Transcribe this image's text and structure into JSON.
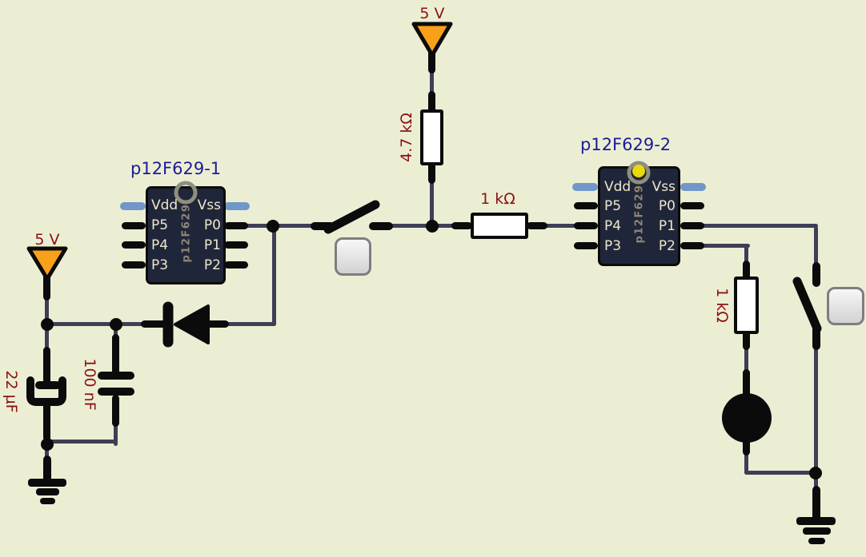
{
  "labels": {
    "supply_top": "5 V",
    "supply_left": "5 V",
    "r_pullup": "4.7 kΩ",
    "r_series": "1 kΩ",
    "r_led": "1 kΩ",
    "c_electrolytic": "22 µF",
    "c_ceramic": "100 nF"
  },
  "chips": {
    "chip1": {
      "title": "p12F629-1",
      "part": "p12F629",
      "pins_left": [
        "Vdd",
        "P5",
        "P4",
        "P3"
      ],
      "pins_right": [
        "Vss",
        "P0",
        "P1",
        "P2"
      ]
    },
    "chip2": {
      "title": "p12F629-2",
      "part": "p12F629",
      "pins_left": [
        "Vdd",
        "P5",
        "P4",
        "P3"
      ],
      "pins_right": [
        "Vss",
        "P0",
        "P1",
        "P2"
      ]
    }
  },
  "colors": {
    "background": "#ECEED4",
    "wire": "#3E3E58",
    "component_black": "#0B0B0B",
    "chip_body": "#20263A",
    "chip_pin_text": "#EDE7CB",
    "chip_part_text": "#8E8672",
    "chip_title_blue": "#1C1C96",
    "value_label_maroon": "#8B1212",
    "supply_orange": "#F9A01B",
    "power_pin_blue": "#7097C8",
    "chip2_indicator_yellow": "#E8D90A"
  }
}
